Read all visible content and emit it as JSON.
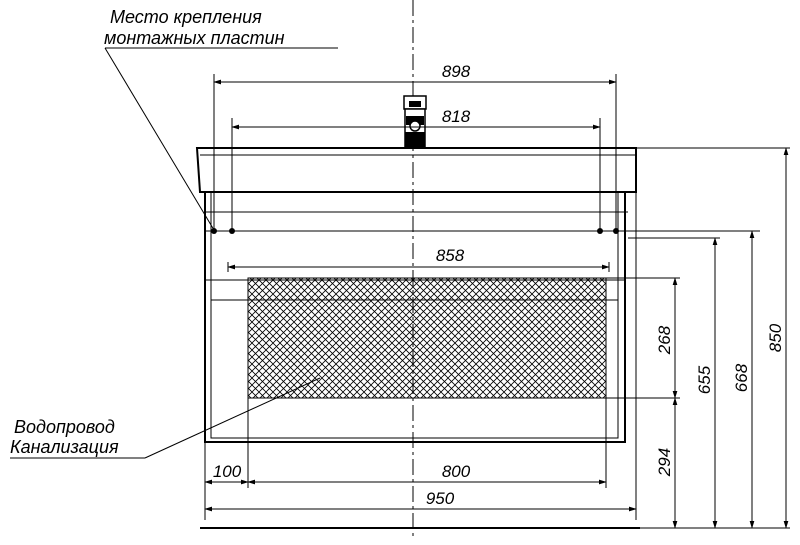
{
  "notes": {
    "mount_line1": "Место крепления",
    "mount_line2": "монтажных пластин",
    "pipe_line1": "Водопровод",
    "pipe_line2": "Канализация"
  },
  "dimensions": {
    "top_width": "898",
    "inner_width": "818",
    "cabinet_width": "858",
    "left_offset": "100",
    "zone_width": "800",
    "total_width": "950",
    "zone_height": "268",
    "zone_bottom": "294",
    "height_mount": "655",
    "height_cabinet": "668",
    "height_total": "850"
  }
}
